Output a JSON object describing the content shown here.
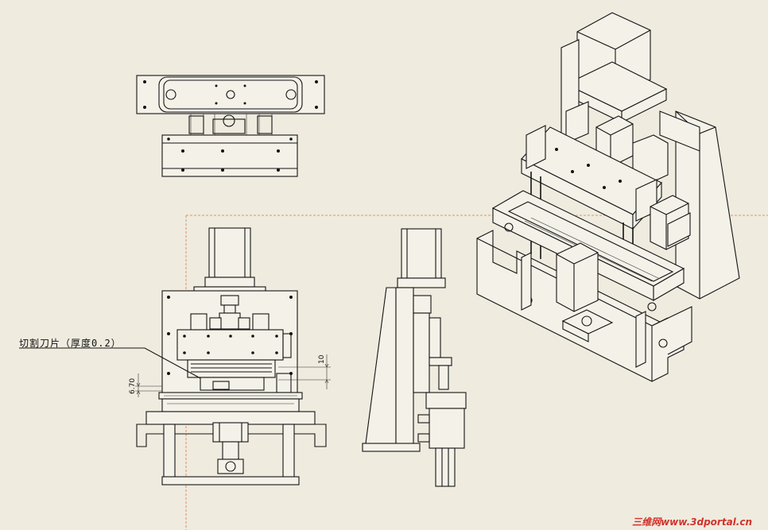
{
  "annotation": {
    "blade_label": "切割刀片（厚度0.2）",
    "dim_vertical_1": "6.70",
    "dim_vertical_2": "10"
  },
  "watermark": {
    "brand": "三维网",
    "url": "www.3dportal.cn"
  },
  "colors": {
    "paper": "#efebdf",
    "line": "#141414",
    "centerline": "#e07a3a",
    "watermark": "#d2322b"
  }
}
